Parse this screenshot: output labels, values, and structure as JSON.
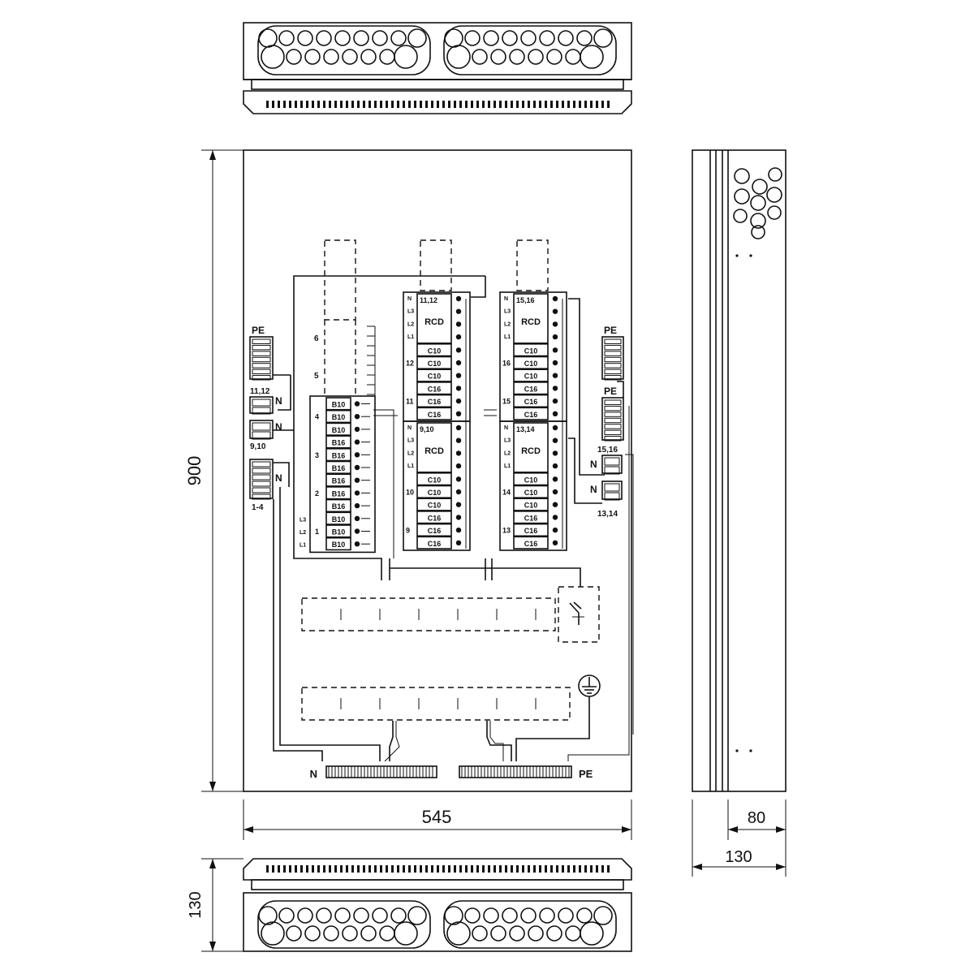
{
  "dimensions": {
    "height": "900",
    "width": "545",
    "depth_outer": "130",
    "depth_inner": "80",
    "bottom_depth": "130"
  },
  "terminals": {
    "pe_left": "PE",
    "pe_right_top": "PE",
    "pe_right_mid": "PE",
    "pe_bottom": "PE",
    "n_bottom": "N",
    "n_label": "N"
  },
  "left_blocks": {
    "block_11_12": "11,12",
    "block_9_10": "9,10",
    "block_1_4": "1-4"
  },
  "right_blocks": {
    "block_15_16": "15,16",
    "block_13_14": "13,14"
  },
  "col1": {
    "labels": [
      "B10",
      "B10",
      "B10",
      "B16",
      "B16",
      "B16",
      "B16",
      "B16",
      "B16",
      "B10",
      "B10",
      "B10"
    ],
    "groups": [
      "4",
      "3",
      "2",
      "1"
    ],
    "upper_numbers": [
      "6",
      "5"
    ],
    "phases": [
      "L3",
      "L2",
      "L1"
    ]
  },
  "col2": {
    "top_group": "11,12",
    "mid_group": "9,10",
    "rcd": "RCD",
    "upper_labels": [
      "C10",
      "C10",
      "C10",
      "C16",
      "C16",
      "C16"
    ],
    "lower_labels": [
      "C10",
      "C10",
      "C10",
      "C16",
      "C16",
      "C16"
    ],
    "upper_groups": [
      "12",
      "11"
    ],
    "lower_groups": [
      "10",
      "9"
    ],
    "poles": [
      "N",
      "L3",
      "L2",
      "L1"
    ]
  },
  "col3": {
    "top_group": "15,16",
    "mid_group": "13,14",
    "rcd": "RCD",
    "upper_labels": [
      "C10",
      "C10",
      "C10",
      "C16",
      "C16",
      "C16"
    ],
    "lower_labels": [
      "C10",
      "C10",
      "C10",
      "C16",
      "C16",
      "C16"
    ],
    "upper_groups": [
      "16",
      "15"
    ],
    "lower_groups": [
      "14",
      "13"
    ],
    "poles": [
      "N",
      "L3",
      "L2",
      "L1"
    ]
  },
  "icons": [
    "earth-ground-icon",
    "switch-symbol-icon"
  ]
}
